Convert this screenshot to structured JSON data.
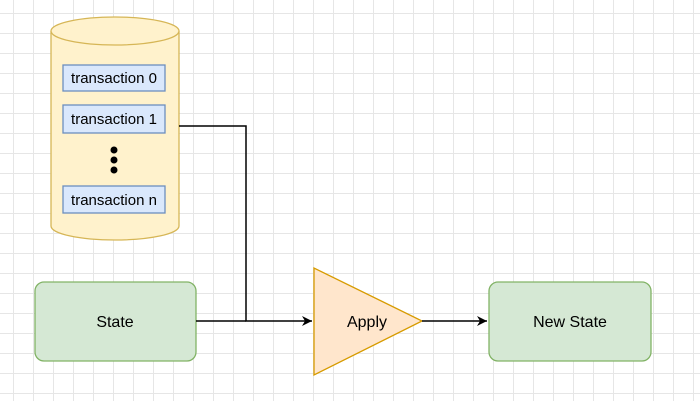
{
  "diagram": {
    "transactions": [
      "transaction 0",
      "transaction 1",
      "transaction n"
    ],
    "state_label": "State",
    "apply_label": "Apply",
    "new_state_label": "New State"
  },
  "colors": {
    "cylinder_fill": "#fff2cc",
    "cylinder_stroke": "#d6b656",
    "transaction_fill": "#dae8fc",
    "transaction_stroke": "#6c8ebf",
    "state_fill": "#d5e8d4",
    "state_stroke": "#82b366",
    "apply_fill": "#ffe6cc",
    "apply_stroke": "#d79b00",
    "edge": "#000000"
  }
}
